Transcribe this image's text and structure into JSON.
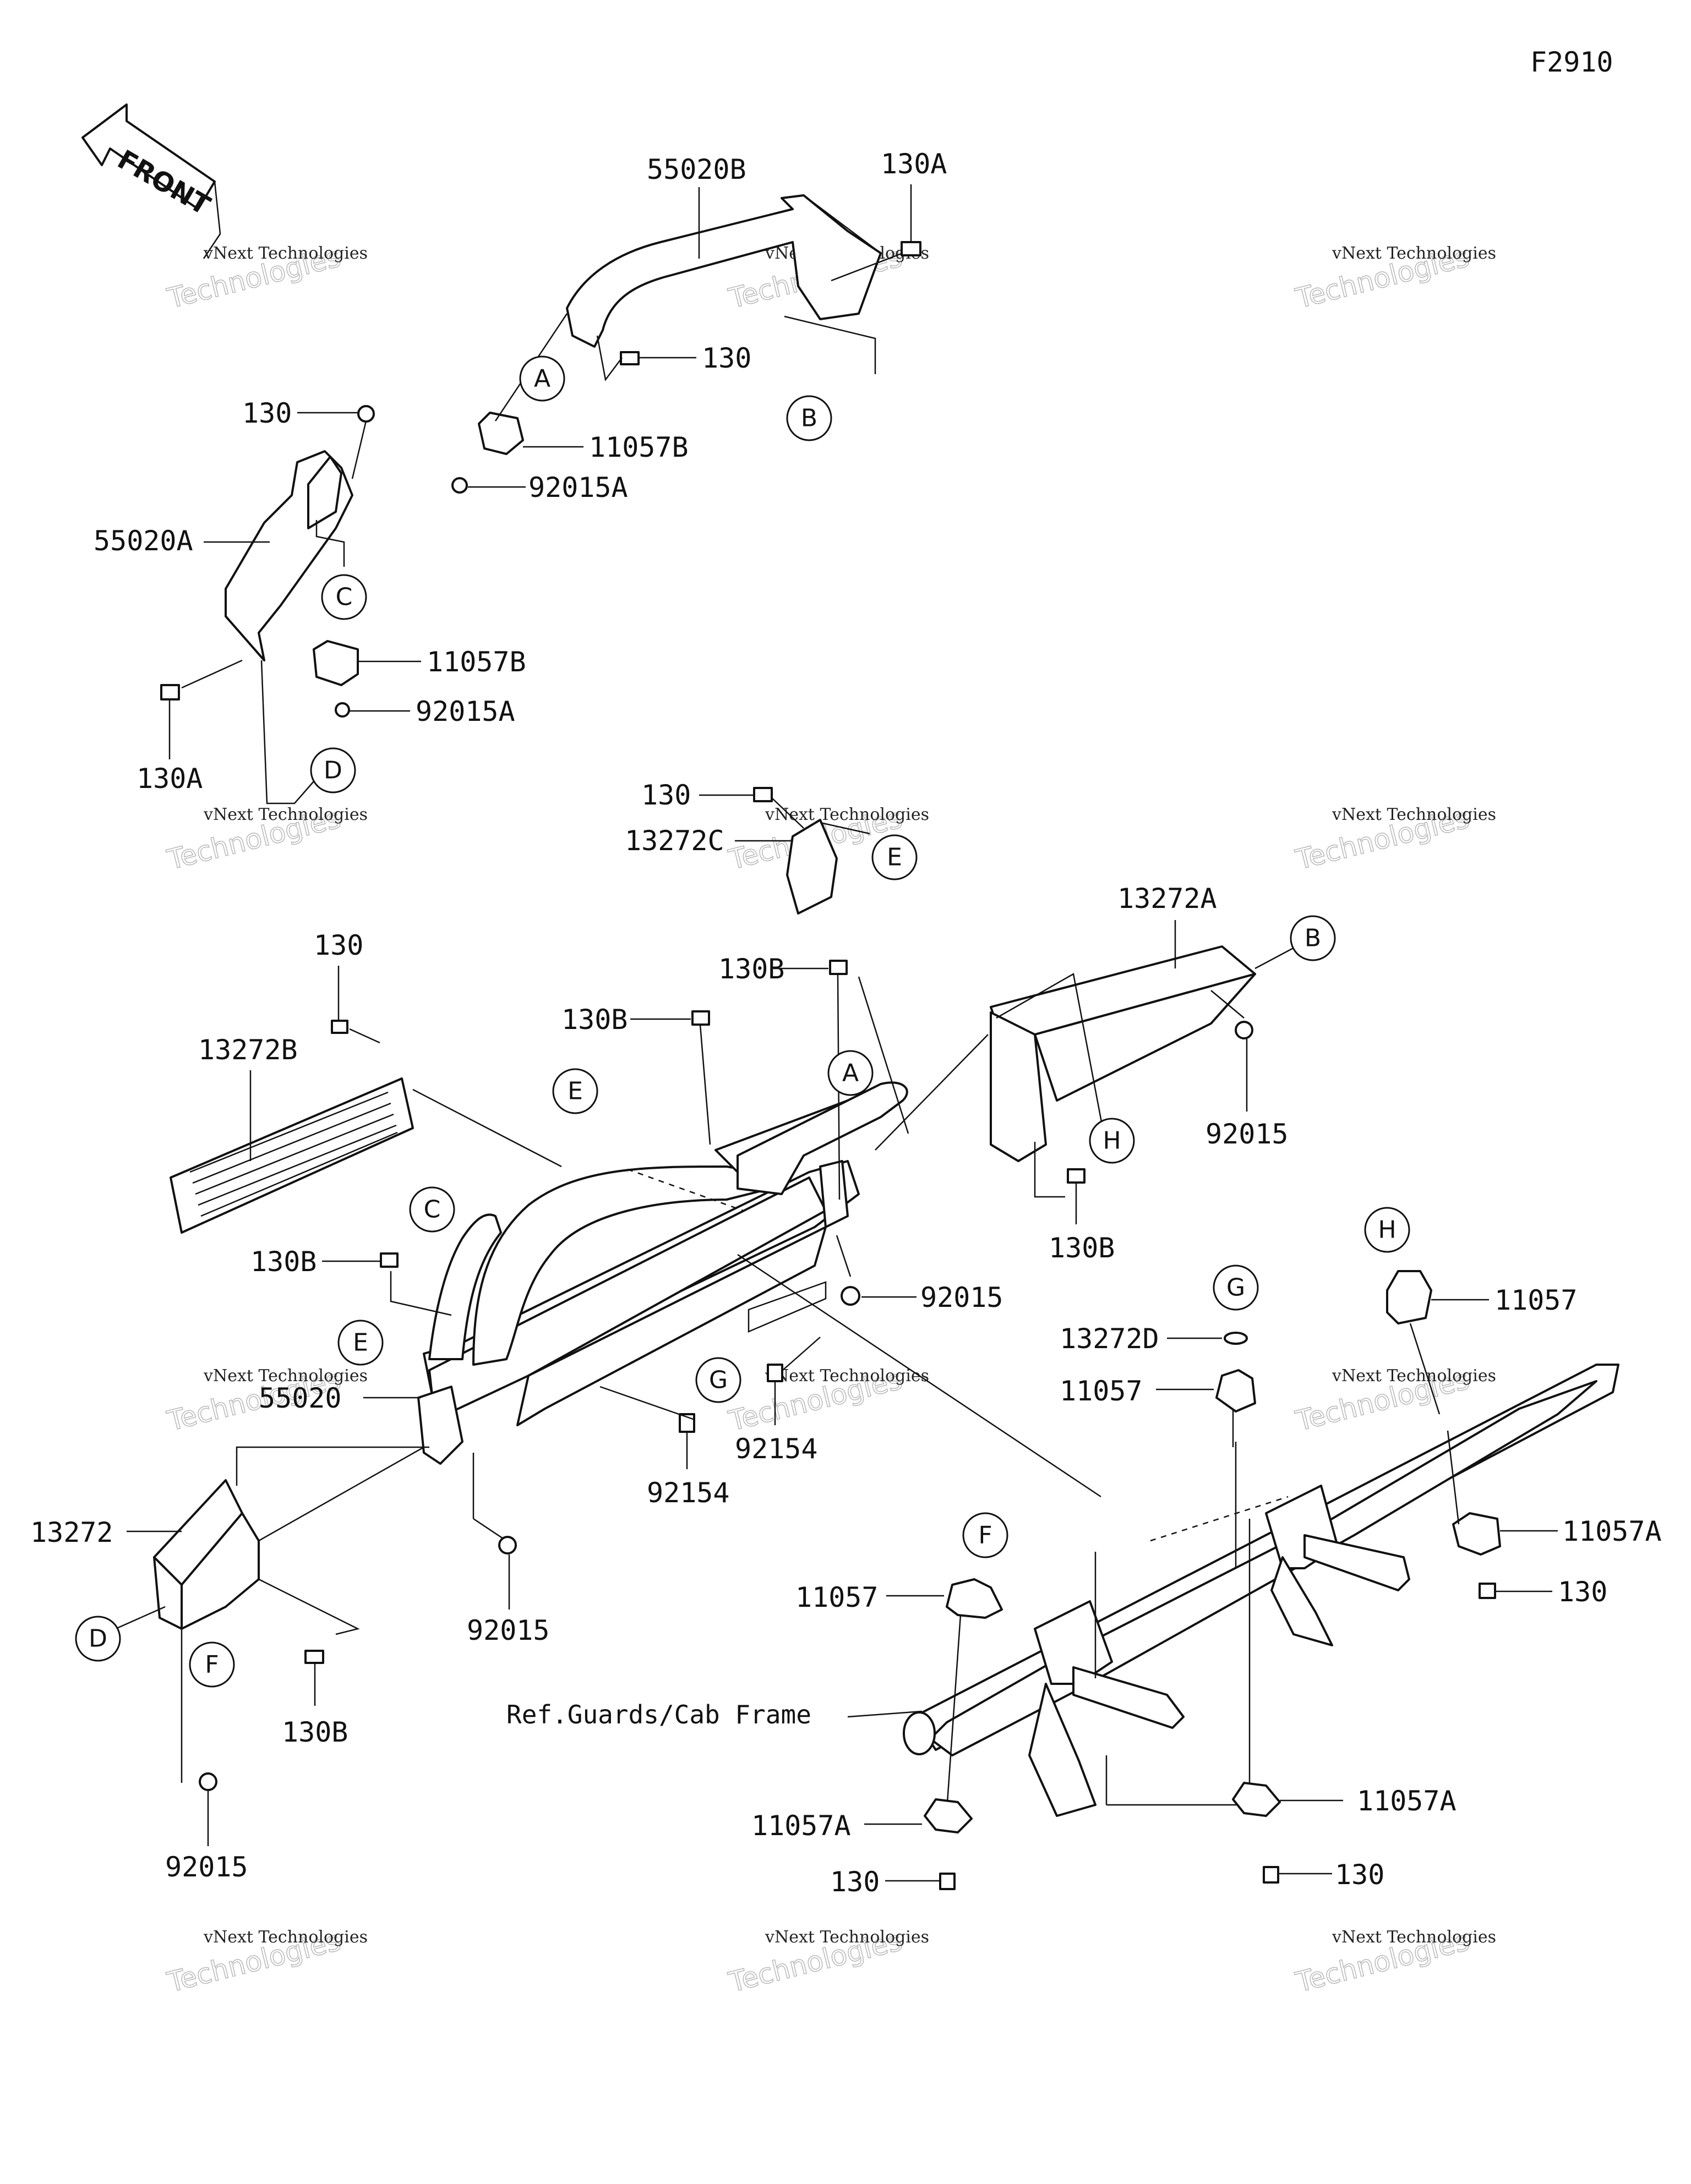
{
  "figure_code": "F2910",
  "front_label": "FRONT",
  "reference_note": "Ref.Guards/Cab Frame",
  "watermark": {
    "line1": "vNext Technologies",
    "line2": "Technologies"
  },
  "part_numbers": {
    "p55020B": "55020B",
    "p130A_top": "130A",
    "p130_top": "130",
    "p11057B_top": "11057B",
    "p92015A_top": "92015A",
    "p130_left": "130",
    "p55020A": "55020A",
    "p11057B_left": "11057B",
    "p92015A_left": "92015A",
    "p130A_left": "130A",
    "p130_mid": "130",
    "p13272C": "13272C",
    "p130_grille": "130",
    "p13272B": "13272B",
    "p130B_1": "130B",
    "p130B_2": "130B",
    "p13272A": "13272A",
    "p92015_right": "92015",
    "p130B_right": "130B",
    "p130B_left": "130B",
    "p92015_center": "92015",
    "p55020": "55020",
    "p92154_1": "92154",
    "p92154_2": "92154",
    "p13272": "13272",
    "p92015_low": "92015",
    "p130B_low": "130B",
    "p92015_bottom": "92015",
    "p13272D": "13272D",
    "p11057_g": "11057",
    "p11057_h": "11057",
    "p11057A_right": "11057A",
    "p130_right": "130",
    "p11057_f": "11057",
    "p11057A_bl": "11057A",
    "p130_bl": "130",
    "p11057A_br": "11057A",
    "p130_br": "130"
  },
  "callouts": {
    "A1": "A",
    "A2": "A",
    "B1": "B",
    "B2": "B",
    "C1": "C",
    "C2": "C",
    "D1": "D",
    "D2": "D",
    "E1": "E",
    "E2": "E",
    "E3": "E",
    "F1": "F",
    "F2": "F",
    "G1": "G",
    "G2": "G",
    "H1": "H",
    "H2": "H"
  }
}
